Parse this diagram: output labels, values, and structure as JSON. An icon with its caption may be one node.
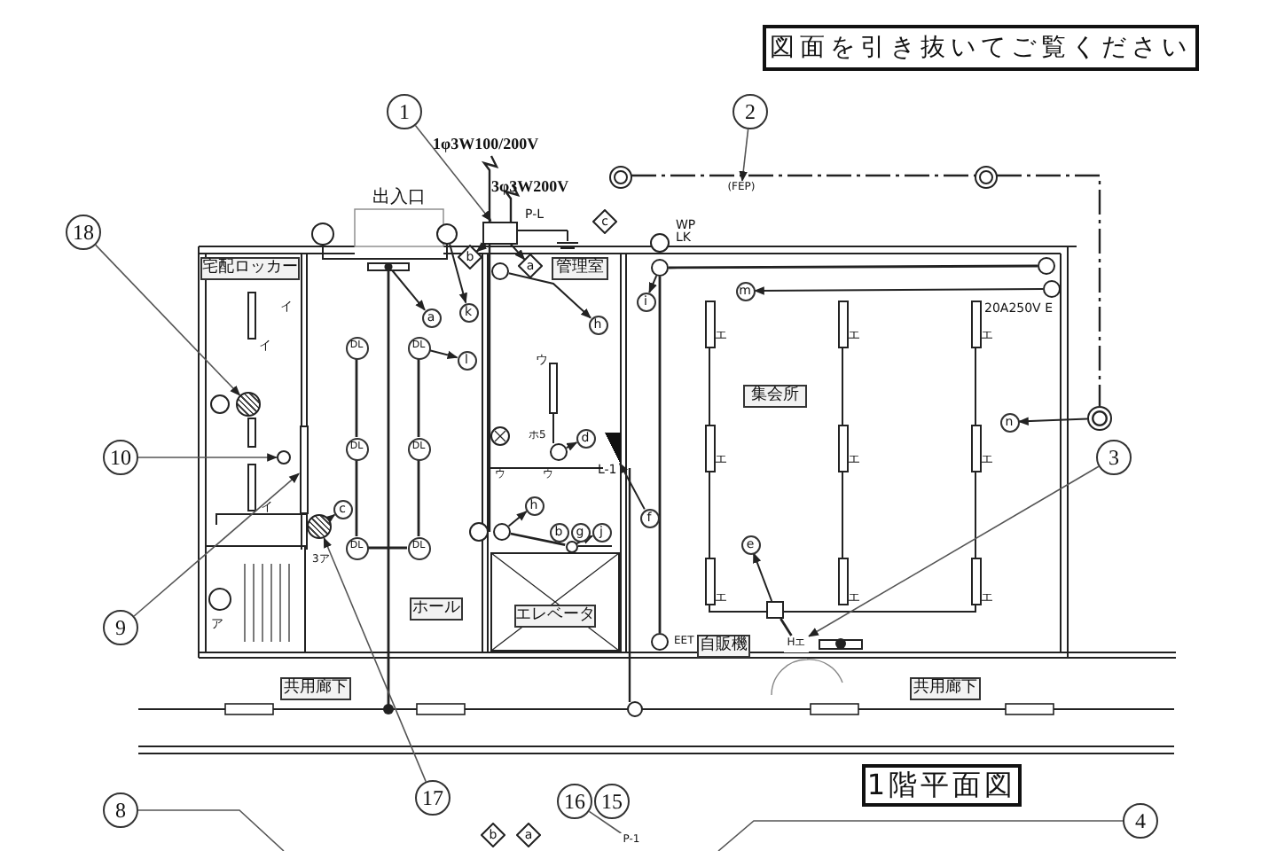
{
  "diagram": {
    "nodes": [
      {
        "text": [
          "図面を引き抜いてご覧ください"
        ]
      },
      {
        "text": [
          "1"
        ]
      },
      {
        "text": [
          "2"
        ]
      },
      {
        "text": [
          "18"
        ]
      },
      {
        "text": [
          "宅配ロッカー"
        ]
      },
      {
        "text": [
          "b"
        ]
      },
      {
        "text": [
          "a"
        ]
      },
      {
        "text": [
          "c"
        ]
      },
      {
        "text": [
          "管理室"
        ]
      },
      {
        "text": [
          "a"
        ]
      },
      {
        "text": [
          "k"
        ]
      },
      {
        "text": [
          "h"
        ]
      },
      {
        "text": [
          "i"
        ]
      },
      {
        "text": [
          "m"
        ]
      },
      {
        "text": [
          "DL"
        ]
      },
      {
        "text": [
          "DL"
        ]
      },
      {
        "text": [
          "l"
        ]
      },
      {
        "text": [
          "集会所"
        ]
      },
      {
        "text": [
          "10"
        ]
      },
      {
        "text": [
          "d"
        ]
      },
      {
        "text": [
          "n"
        ]
      },
      {
        "text": [
          "3"
        ]
      },
      {
        "text": [
          "DL"
        ]
      },
      {
        "text": [
          "DL"
        ]
      },
      {
        "text": [
          "c"
        ]
      },
      {
        "text": [
          "h"
        ]
      },
      {
        "text": [
          "f"
        ]
      },
      {
        "text": [
          "b"
        ]
      },
      {
        "text": [
          "g"
        ]
      },
      {
        "text": [
          "j"
        ]
      },
      {
        "text": [
          "e"
        ]
      },
      {
        "text": [
          "DL"
        ]
      },
      {
        "text": [
          "DL"
        ]
      },
      {
        "text": [
          "9"
        ]
      },
      {
        "text": [
          "ホール"
        ]
      },
      {
        "text": [
          "エレベータ"
        ]
      },
      {
        "text": [
          "自販機"
        ]
      },
      {
        "text": [
          "共用廊下"
        ]
      },
      {
        "text": [
          "共用廊下"
        ]
      },
      {
        "text": [
          "1階平面図"
        ]
      },
      {
        "text": [
          "17"
        ]
      },
      {
        "text": [
          "16"
        ]
      },
      {
        "text": [
          "15"
        ]
      },
      {
        "text": [
          "8"
        ]
      },
      {
        "text": [
          "4"
        ]
      },
      {
        "text": [
          "b"
        ]
      },
      {
        "text": [
          "a"
        ]
      },
      {
        "text": [
          "(FEP)"
        ]
      },
      {
        "text": [],
        "shape": "box"
      },
      {
        "text": [],
        "shape": "bar"
      },
      {
        "text": [],
        "shape": "circle"
      },
      {
        "text": [],
        "shape": "circle"
      },
      {
        "text": [],
        "shape": "circle"
      },
      {
        "text": [],
        "shape": "circle",
        "beside": [
          "20A250V E"
        ]
      },
      {
        "text": [],
        "shape": "circle"
      },
      {
        "text": [],
        "shape": "circle"
      },
      {
        "text": [],
        "shape": "circle"
      },
      {
        "text": [
          "Hエ"
        ]
      },
      {
        "text": [],
        "shape": "circle"
      },
      {
        "text": [],
        "shape": "circle"
      },
      {
        "text": [],
        "shape": "circle"
      },
      {
        "text": [],
        "shape": "triangle",
        "beside": [
          "L-1"
        ]
      },
      {
        "text": [],
        "shape": "box"
      },
      {
        "text": [],
        "shape": "circle",
        "beside": [
          "EET"
        ]
      },
      {
        "text": [
          "P-1"
        ]
      },
      {
        "text": [],
        "shape": "circle"
      },
      {
        "text": [],
        "shape": "bar"
      },
      {
        "text": [],
        "shape": "circle"
      }
    ],
    "edges": [
      {
        "from": 1,
        "to": 48,
        "arrow": "to"
      },
      {
        "from": 2,
        "to": 47,
        "arrow": "to"
      },
      {
        "from": 3,
        "to": 65,
        "arrow": "to"
      },
      {
        "from": 48,
        "to": 5,
        "arrow": "to"
      },
      {
        "from": 48,
        "to": 6,
        "arrow": "to"
      },
      {
        "from": 49,
        "to": 9,
        "arrow": "to"
      },
      {
        "from": 50,
        "to": 10,
        "arrow": "to"
      },
      {
        "from": 51,
        "to": 11,
        "arrow": "to"
      },
      {
        "from": 52,
        "to": 12,
        "arrow": "to"
      },
      {
        "from": 53,
        "to": 13,
        "arrow": "to"
      },
      {
        "from": 15,
        "to": 16,
        "arrow": "to"
      },
      {
        "from": 14,
        "to": 22,
        "arrow": "none"
      },
      {
        "from": 22,
        "to": 31,
        "arrow": "none"
      },
      {
        "from": 15,
        "to": 23,
        "arrow": "none"
      },
      {
        "from": 23,
        "to": 32,
        "arrow": "none"
      },
      {
        "from": 31,
        "to": 32,
        "arrow": "none"
      },
      {
        "from": 18,
        "to": 54,
        "arrow": "to"
      },
      {
        "from": 55,
        "to": 19,
        "arrow": "to"
      },
      {
        "from": 56,
        "to": 20,
        "arrow": "to"
      },
      {
        "from": 21,
        "to": 57,
        "arrow": "to"
      },
      {
        "from": 58,
        "to": 24,
        "arrow": "to"
      },
      {
        "from": 59,
        "to": 25,
        "arrow": "to"
      },
      {
        "from": 60,
        "to": 29,
        "arrow": "to"
      },
      {
        "from": 26,
        "to": 61,
        "arrow": "to"
      },
      {
        "from": 62,
        "to": 30,
        "arrow": "to"
      },
      {
        "from": 33,
        "to": 66,
        "arrow": "to"
      },
      {
        "from": 40,
        "to": 58,
        "arrow": "to"
      },
      {
        "from": 43,
        "to": null,
        "arrow": "none"
      },
      {
        "from": 41,
        "to": 64,
        "arrow": "none"
      },
      {
        "from": 44,
        "to": null,
        "arrow": "none"
      },
      {
        "from": 52,
        "to": 67,
        "arrow": "none"
      },
      {
        "from": 52,
        "to": 63,
        "arrow": "none"
      },
      {
        "from": 59,
        "to": 60,
        "arrow": "none"
      },
      {
        "from": 62,
        "to": 57,
        "arrow": "none"
      }
    ],
    "labels": [
      "1φ3W100/200V",
      "出入口",
      "3φ3W200V",
      "P-L",
      "WP",
      "LK",
      "イ",
      "ウ",
      "エ",
      "エ",
      "エ",
      "イ",
      "ホ5",
      "ウ",
      "ウ",
      "エ",
      "エ",
      "エ",
      "イ",
      "3ア",
      "エ",
      "エ",
      "エ",
      "ア"
    ]
  }
}
